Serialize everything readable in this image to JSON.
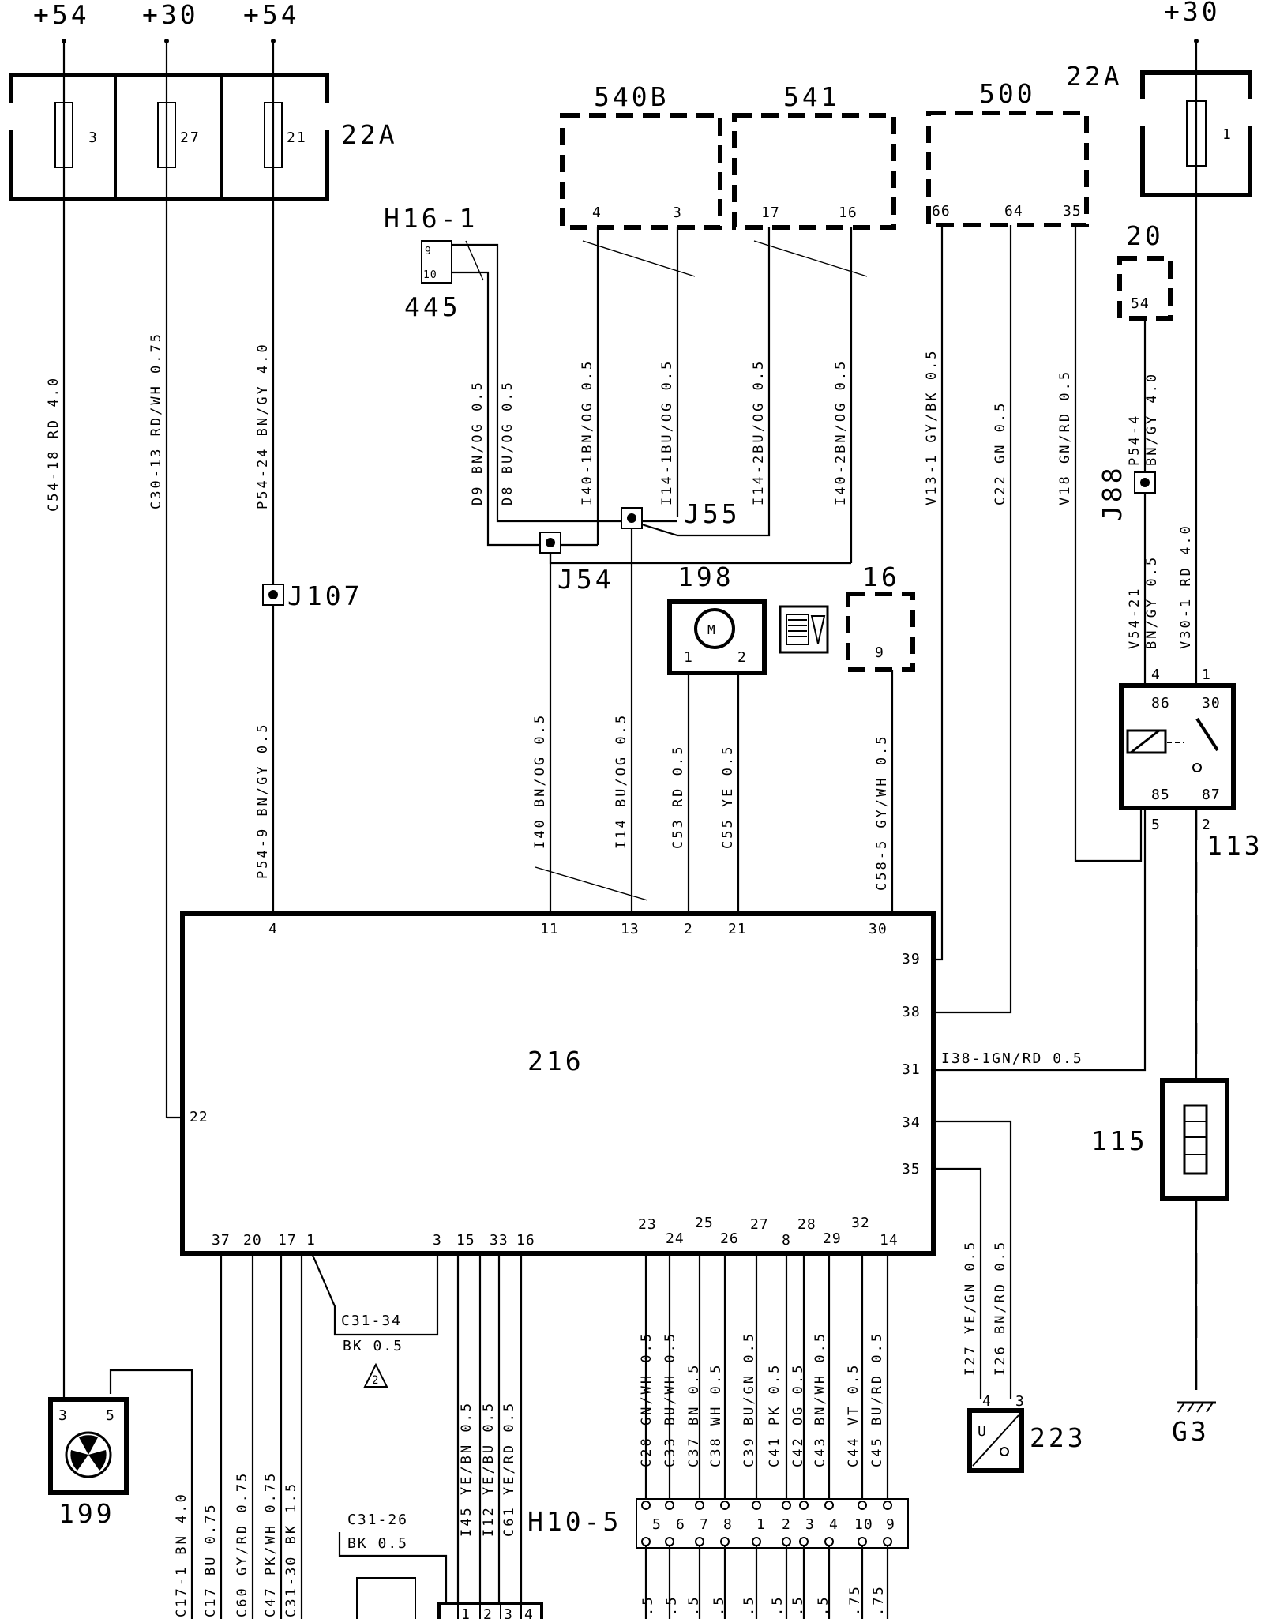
{
  "supplies": {
    "s1": "+54",
    "s2": "+30",
    "s3": "+54",
    "s4": "+30"
  },
  "fuse_box": {
    "label": "22A",
    "fuse1": "3",
    "fuse2": "27",
    "fuse3": "21"
  },
  "fuse_right": {
    "label": "22A",
    "fuse": "1"
  },
  "comp_540b": {
    "label": "540B",
    "pin_a": "4",
    "pin_b": "3"
  },
  "comp_541": {
    "label": "541",
    "pin_a": "17",
    "pin_b": "16"
  },
  "comp_500": {
    "label": "500",
    "pin_a": "66",
    "pin_b": "64",
    "pin_c": "35"
  },
  "conn_h16": {
    "label": "H16-1",
    "pin_a": "9",
    "pin_b": "10",
    "sub": "445"
  },
  "comp_20": {
    "label": "20",
    "pin": "54"
  },
  "splices": {
    "j88": "J88",
    "j107": "J107",
    "j54": "J54",
    "j55": "J55"
  },
  "motor_198": {
    "label": "198",
    "symbol": "M",
    "pin_a": "1",
    "pin_b": "2"
  },
  "comp_16": {
    "label": "16",
    "pin": "9"
  },
  "relay_113": {
    "label": "113",
    "p86": "86",
    "p30": "30",
    "p85": "85",
    "p87": "87",
    "t4": "4",
    "t1": "1",
    "t5": "5",
    "t2": "2"
  },
  "ecu_216": {
    "label": "216",
    "top_pins": {
      "p4": "4",
      "p11": "11",
      "p13": "13",
      "p2": "2",
      "p21": "21",
      "p30": "30"
    },
    "right_pins": {
      "p39": "39",
      "p38": "38",
      "p31": "31",
      "p34": "34",
      "p35": "35"
    },
    "left_pin": "22",
    "bottom_pins": {
      "a": "37",
      "b": "20",
      "c": "17",
      "d": "1",
      "e": "3",
      "f": "15",
      "g": "33",
      "h": "16",
      "i": "23",
      "j": "24",
      "k": "25",
      "l": "26",
      "m": "27",
      "n": "8",
      "o": "28",
      "p": "29",
      "q": "32",
      "r": "14"
    }
  },
  "comp_115": {
    "label": "115"
  },
  "ground_g3": {
    "label": "G3"
  },
  "fan_199": {
    "label": "199",
    "pin_a": "3",
    "pin_b": "5"
  },
  "sensor_223": {
    "label": "223",
    "pin_a": "4",
    "pin_b": "3",
    "symbol": "U"
  },
  "ground_note": {
    "c31_34": "C31-34",
    "bk1": "BK 0.5",
    "warn": "2",
    "c31_26": "C31-26",
    "bk2": "BK 0.5"
  },
  "conn_h10": {
    "label": "H10-5",
    "pins": [
      "5",
      "6",
      "7",
      "8",
      "1",
      "2",
      "3",
      "4",
      "10",
      "9"
    ]
  },
  "conn_small": {
    "pins": [
      "1",
      "2",
      "3",
      "4"
    ]
  },
  "wires": {
    "w1": "C54-18 RD 4.0",
    "w2": "C30-13 RD/WH 0.75",
    "w3": "P54-24 BN/GY 4.0",
    "w4": "P54-9 BN/GY 0.5",
    "w5": "D9 BN/OG 0.5",
    "w6": "D8 BU/OG 0.5",
    "w7": "I40-1BN/OG 0.5",
    "w8": "I14-1BU/OG 0.5",
    "w9": "I14-2BU/OG 0.5",
    "w10": "I40-2BN/OG 0.5",
    "w11": "V13-1 GY/BK 0.5",
    "w12": "C22 GN 0.5",
    "w13": "V18 GN/RD 0.5",
    "w14": "P54-4",
    "w14b": "BN/GY 4.0",
    "w15": "V54-21",
    "w15b": "BN/GY 0.5",
    "w16": "V30-1 RD 4.0",
    "w17": "I40 BN/OG 0.5",
    "w18": "I14 BU/OG 0.5",
    "w19": "C53 RD 0.5",
    "w20": "C55 YE 0.5",
    "w21": "C58-5 GY/WH 0.5",
    "w22": "I38-1GN/RD 0.5",
    "w23": "I27 YE/GN 0.5",
    "w24": "I26 BN/RD 0.5",
    "b1": "C17-1 BN 4.0",
    "b2": "C17 BU 0.75",
    "b3": "C60 GY/RD 0.75",
    "b4": "C47 PK/WH 0.75",
    "b5": "C31-30 BK 1.5",
    "b6": "I45 YE/BN 0.5",
    "b7": "I12 YE/BU 0.5",
    "b8": "C61 YE/RD 0.5",
    "b9": "C28 GN/WH 0.5",
    "b10": "C33 BU/WH 0.5",
    "b11": "C37 BN 0.5",
    "b12": "C38 WH 0.5",
    "b13": "C39 BU/GN 0.5",
    "b14": "C41 PK 0.5",
    "b15": "C42 OG 0.5",
    "b16": "C43 BN/WH 0.5",
    "b17": "C44 VT 0.5",
    "b18": "C45 BU/RD 0.5",
    "c1": ".5",
    "c2": ".5",
    "c3": ".5",
    "c4": ".5",
    "c5": ".5",
    "c6": ".5",
    "c7": ".5",
    "c8": ".5",
    "c9": ".75",
    "c10": ".75"
  }
}
